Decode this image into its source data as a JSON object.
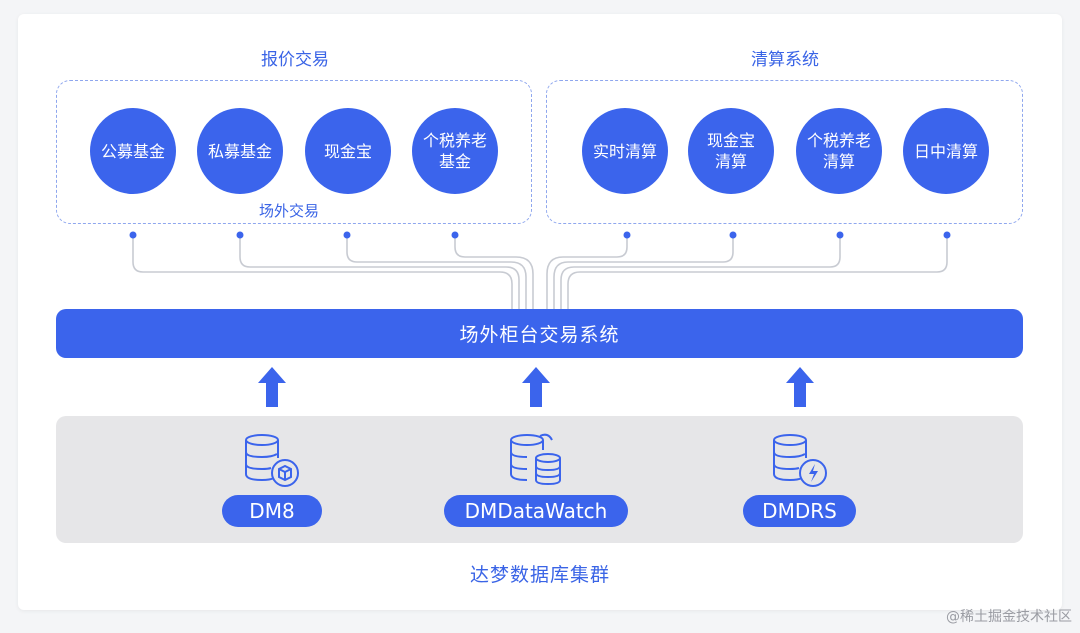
{
  "groups": {
    "quote_trading": {
      "title": "报价交易",
      "items": [
        "公募基金",
        "私募基金",
        "现金宝",
        "个税养老\n基金"
      ],
      "sublabel": "场外交易"
    },
    "clearing": {
      "title": "清算系统",
      "items": [
        "实时清算",
        "现金宝\n清算",
        "个税养老\n清算",
        "日中清算"
      ]
    }
  },
  "main_system": "场外柜台交易系统",
  "database_cluster": {
    "label": "达梦数据库集群",
    "components": [
      {
        "label": "DM8",
        "icon": "database-cube-icon"
      },
      {
        "label": "DMDataWatch",
        "icon": "database-sync-icon"
      },
      {
        "label": "DMDRS",
        "icon": "database-lightning-icon"
      }
    ]
  },
  "watermark": "@稀土掘金技术社区",
  "colors": {
    "primary": "#3b64ec",
    "text_blue": "#3a64e6",
    "line": "#c8cbd2",
    "gray_panel": "#e6e6e8"
  }
}
